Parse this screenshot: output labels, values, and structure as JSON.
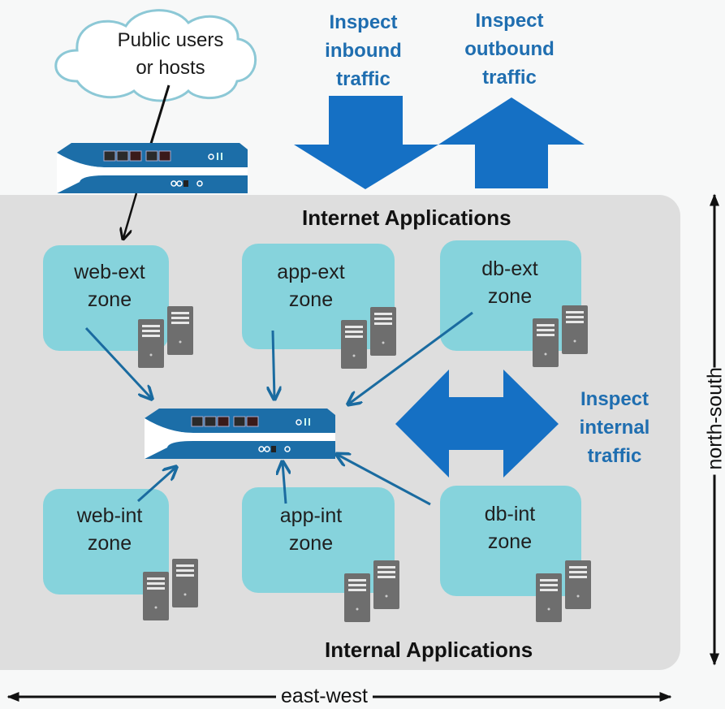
{
  "cloud": {
    "line1": "Public users",
    "line2": "or hosts"
  },
  "callouts": {
    "inbound": {
      "line1": "Inspect",
      "line2": "inbound",
      "line3": "traffic"
    },
    "outbound": {
      "line1": "Inspect",
      "line2": "outbound",
      "line3": "traffic"
    },
    "internal": {
      "line1": "Inspect",
      "line2": "internal",
      "line3": "traffic"
    }
  },
  "sections": {
    "top": "Internet Applications",
    "bottom": "Internal Applications"
  },
  "zones": [
    {
      "name": "web-ext",
      "suffix": "zone",
      "tier": "external"
    },
    {
      "name": "app-ext",
      "suffix": "zone",
      "tier": "external"
    },
    {
      "name": "db-ext",
      "suffix": "zone",
      "tier": "external"
    },
    {
      "name": "web-int",
      "suffix": "zone",
      "tier": "internal"
    },
    {
      "name": "app-int",
      "suffix": "zone",
      "tier": "internal"
    },
    {
      "name": "db-int",
      "suffix": "zone",
      "tier": "internal"
    }
  ],
  "axes": {
    "horizontal": "east-west",
    "vertical": "north-south"
  },
  "colors": {
    "accent_blue": "#1570c4",
    "callout_text": "#1f6eb0",
    "zone_fill": "#86d3dc",
    "panel_fill": "#dedede",
    "firewall_blue": "#1c6ea8",
    "server_gray": "#6e6e6e",
    "connector_blue": "#1a6ba0"
  }
}
